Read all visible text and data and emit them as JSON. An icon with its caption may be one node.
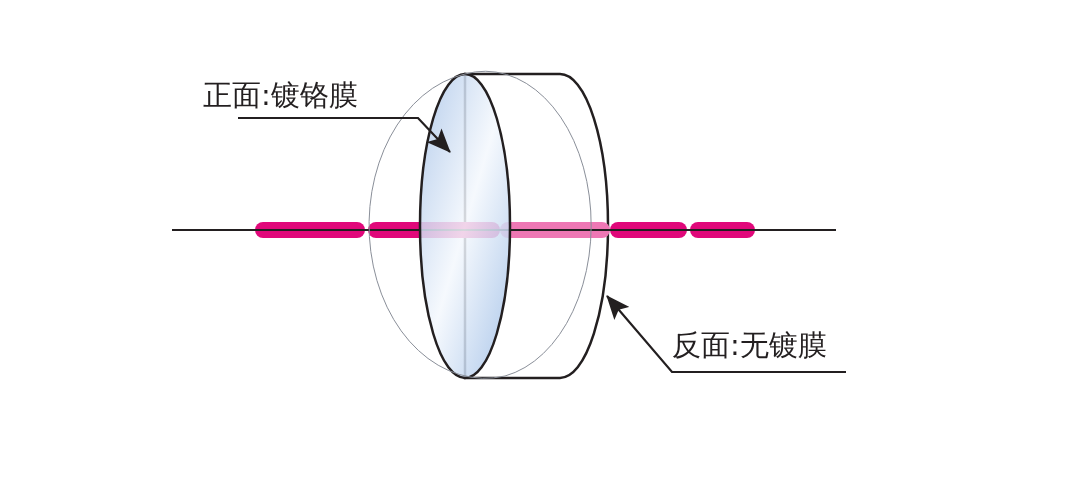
{
  "diagram": {
    "nodes": [
      {
        "text": [
          "正面:镀铬膜"
        ]
      },
      {
        "text": [],
        "shape": "ellipse"
      },
      {
        "text": [
          "反面:无镀膜"
        ]
      },
      {
        "text": [],
        "shape": "picture"
      }
    ],
    "edges": [
      {
        "from": 0,
        "to": 1,
        "arrow": "to"
      },
      {
        "from": 2,
        "to": 3,
        "arrow": "to"
      }
    ]
  }
}
